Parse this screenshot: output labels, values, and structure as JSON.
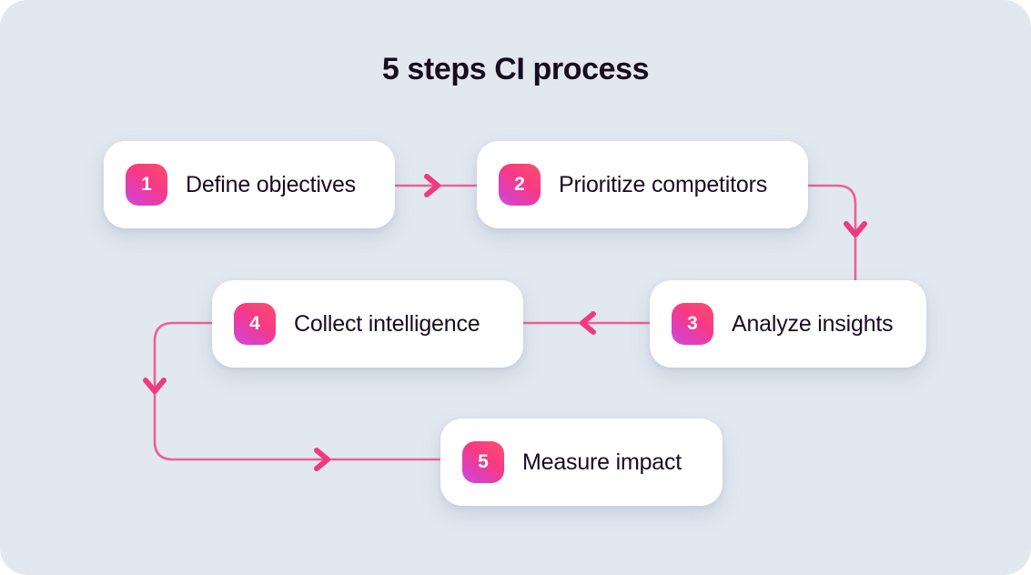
{
  "page": {
    "title": "5 steps CI process",
    "background_color": "#e2e8f0",
    "card_color": "#ffffff",
    "text_color": "#1a0b20",
    "connector_color": "#ef5f95",
    "badge_gradient_from": "#fb4f6e",
    "badge_gradient_to": "#cb54d4"
  },
  "steps": [
    {
      "number": "1",
      "label": "Define objectives"
    },
    {
      "number": "2",
      "label": "Prioritize competitors"
    },
    {
      "number": "3",
      "label": "Analyze insights"
    },
    {
      "number": "4",
      "label": "Collect intelligence"
    },
    {
      "number": "5",
      "label": "Measure impact"
    }
  ],
  "connectors": [
    {
      "name": "connector-1-to-2",
      "direction": "right"
    },
    {
      "name": "connector-2-to-3",
      "direction": "down"
    },
    {
      "name": "connector-3-to-4",
      "direction": "left"
    },
    {
      "name": "connector-4-to-5",
      "direction": "down-right"
    }
  ]
}
